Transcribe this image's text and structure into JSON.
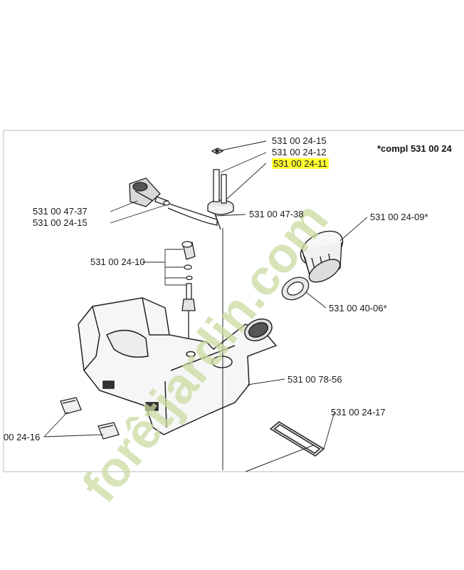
{
  "labels": {
    "p_24_15_top": "531 00 24-15",
    "p_24_12": "531 00 24-12",
    "p_24_11": "531 00 24-11",
    "p_47_37": "531 00 47-37",
    "p_24_15_left": "531 00 24-15",
    "p_47_38": "531 00 47-38",
    "p_24_09": "531 00 24-09*",
    "p_24_10": "531 00 24-10",
    "p_40_06": "531 00 40-06*",
    "p_78_56": "531 00 78-56",
    "p_24_17": "531 00 24-17",
    "p_24_16": "00 24-16"
  },
  "compl_note": "*compl 531 00 24",
  "watermark": "foretjardin.com",
  "colors": {
    "highlight": "#ffff33",
    "watermark": "#c8dba0",
    "lines": "#222222"
  }
}
